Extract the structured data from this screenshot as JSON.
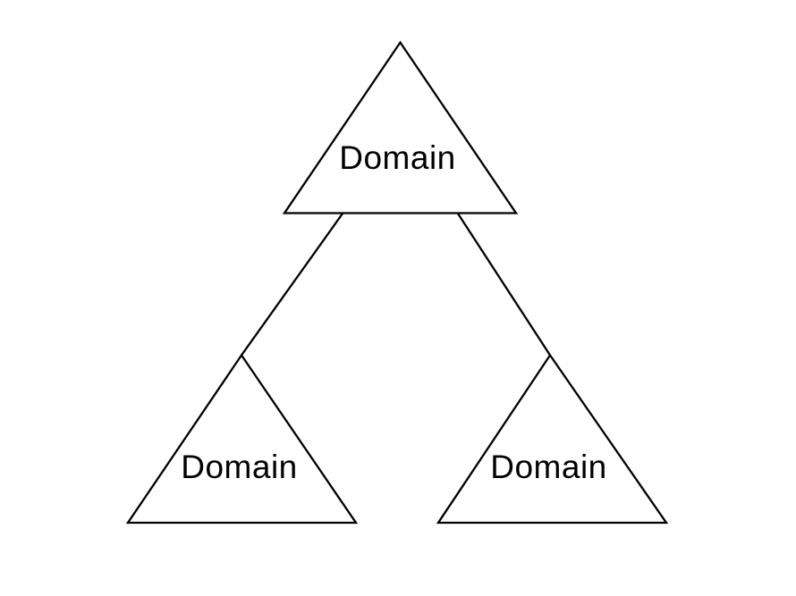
{
  "diagram": {
    "type": "triangle-hierarchy",
    "nodes": [
      {
        "id": "top",
        "label": "Domain"
      },
      {
        "id": "bottom-left",
        "label": "Domain"
      },
      {
        "id": "bottom-right",
        "label": "Domain"
      }
    ],
    "edges": [
      {
        "from": "top",
        "to": "bottom-left"
      },
      {
        "from": "top",
        "to": "bottom-right"
      }
    ]
  },
  "colors": {
    "background": "#ffffff",
    "line": "#000000",
    "text": "#000000"
  }
}
